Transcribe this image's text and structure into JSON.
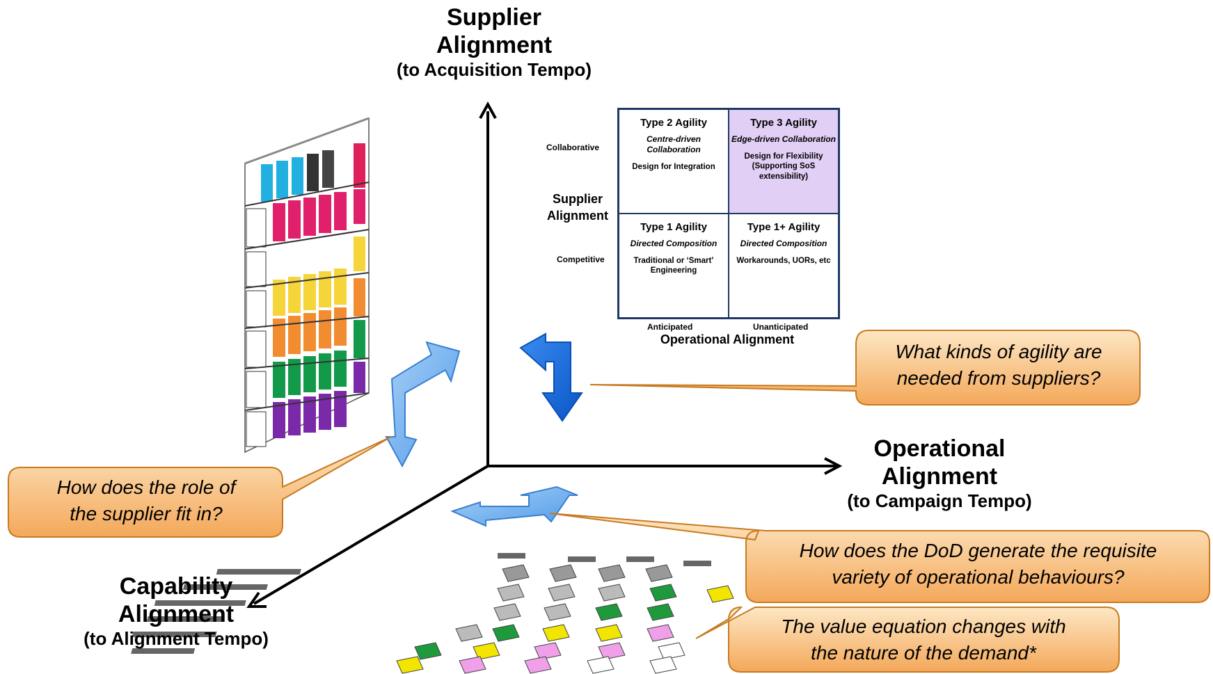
{
  "axes": {
    "supplier": {
      "title": "Supplier",
      "title2": "Alignment",
      "subtitle": "(to Acquisition Tempo)"
    },
    "operational": {
      "title": "Operational",
      "title2": "Alignment",
      "subtitle": "(to Campaign Tempo)"
    },
    "capability": {
      "title": "Capability",
      "title2": "Alignment",
      "subtitle": "(to Alignment Tempo)"
    }
  },
  "matrix": {
    "y_axis_label_1": "Supplier",
    "y_axis_label_2": "Alignment",
    "x_axis_label": "Operational Alignment",
    "row_top": "Collaborative",
    "row_bottom": "Competitive",
    "col_left": "Anticipated",
    "col_right": "Unanticipated",
    "cells": {
      "tl": {
        "title": "Type 2 Agility",
        "italic": "Centre-driven Collaboration",
        "desc": "Design for Integration"
      },
      "tr": {
        "title": "Type 3 Agility",
        "italic": "Edge-driven Collaboration",
        "desc": "Design for Flexibility (Supporting SoS extensibility)"
      },
      "bl": {
        "title": "Type 1 Agility",
        "italic": "Directed Composition",
        "desc": "Traditional or ‘Smart’ Engineering"
      },
      "br": {
        "title": "Type 1+ Agility",
        "italic": "Directed Composition",
        "desc": "Workarounds, UORs, etc"
      }
    }
  },
  "callouts": {
    "suppliers": {
      "line1": "What kinds of agility are",
      "line2": "needed from suppliers?"
    },
    "role": {
      "line1": "How does the role of",
      "line2": "the supplier fit in?"
    },
    "dod": {
      "line1": "How does the DoD generate the requisite",
      "line2": "variety of operational behaviours?"
    },
    "value": {
      "line1": "The value equation changes with",
      "line2": "the nature of the demand*"
    }
  },
  "colors": {
    "callout_fill": "#f9c98a",
    "arrow_dark": "#1a6fe0",
    "arrow_light": "#6aaef0",
    "matrix_border": "#1f3864",
    "lilac": "#e1cff5"
  }
}
